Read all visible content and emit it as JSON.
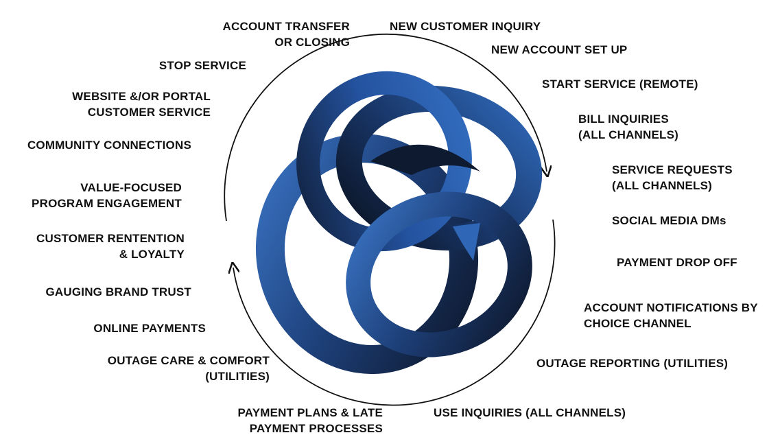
{
  "labels": {
    "account_transfer": "ACCOUNT TRANSFER\nOR CLOSING",
    "new_customer_inquiry": "NEW CUSTOMER INQUIRY",
    "new_account_set_up": "NEW ACCOUNT SET UP",
    "start_service_remote": "START SERVICE (REMOTE)",
    "bill_inquiries": "BILL INQUIRIES\n(ALL CHANNELS)",
    "service_requests": "SERVICE REQUESTS\n(ALL CHANNELS)",
    "social_media_dms": "SOCIAL MEDIA DMs",
    "payment_drop_off": "PAYMENT DROP OFF",
    "account_notifications": "ACCOUNT NOTIFICATIONS BY\nCHOICE CHANNEL",
    "outage_reporting": "OUTAGE REPORTING (UTILITIES)",
    "use_inquiries": "USE INQUIRIES (ALL CHANNELS)",
    "payment_plans": "PAYMENT PLANS & LATE\nPAYMENT PROCESSES",
    "outage_care": "OUTAGE CARE & COMFORT\n(UTILITIES)",
    "online_payments": "ONLINE PAYMENTS",
    "gauging_brand_trust": "GAUGING BRAND TRUST",
    "customer_retention": "CUSTOMER RENTENTION\n& LOYALTY",
    "value_focused": "VALUE-FOCUSED\nPROGRAM ENGAGEMENT",
    "community_connections": "COMMUNITY CONNECTIONS",
    "website_portal": "WEBSITE &/OR PORTAL\nCUSTOMER SERVICE",
    "stop_service": "STOP SERVICE"
  },
  "colors": {
    "ring_blue": "#2b63b0",
    "ring_dark": "#0f1c33",
    "cycle_line": "#111111"
  }
}
